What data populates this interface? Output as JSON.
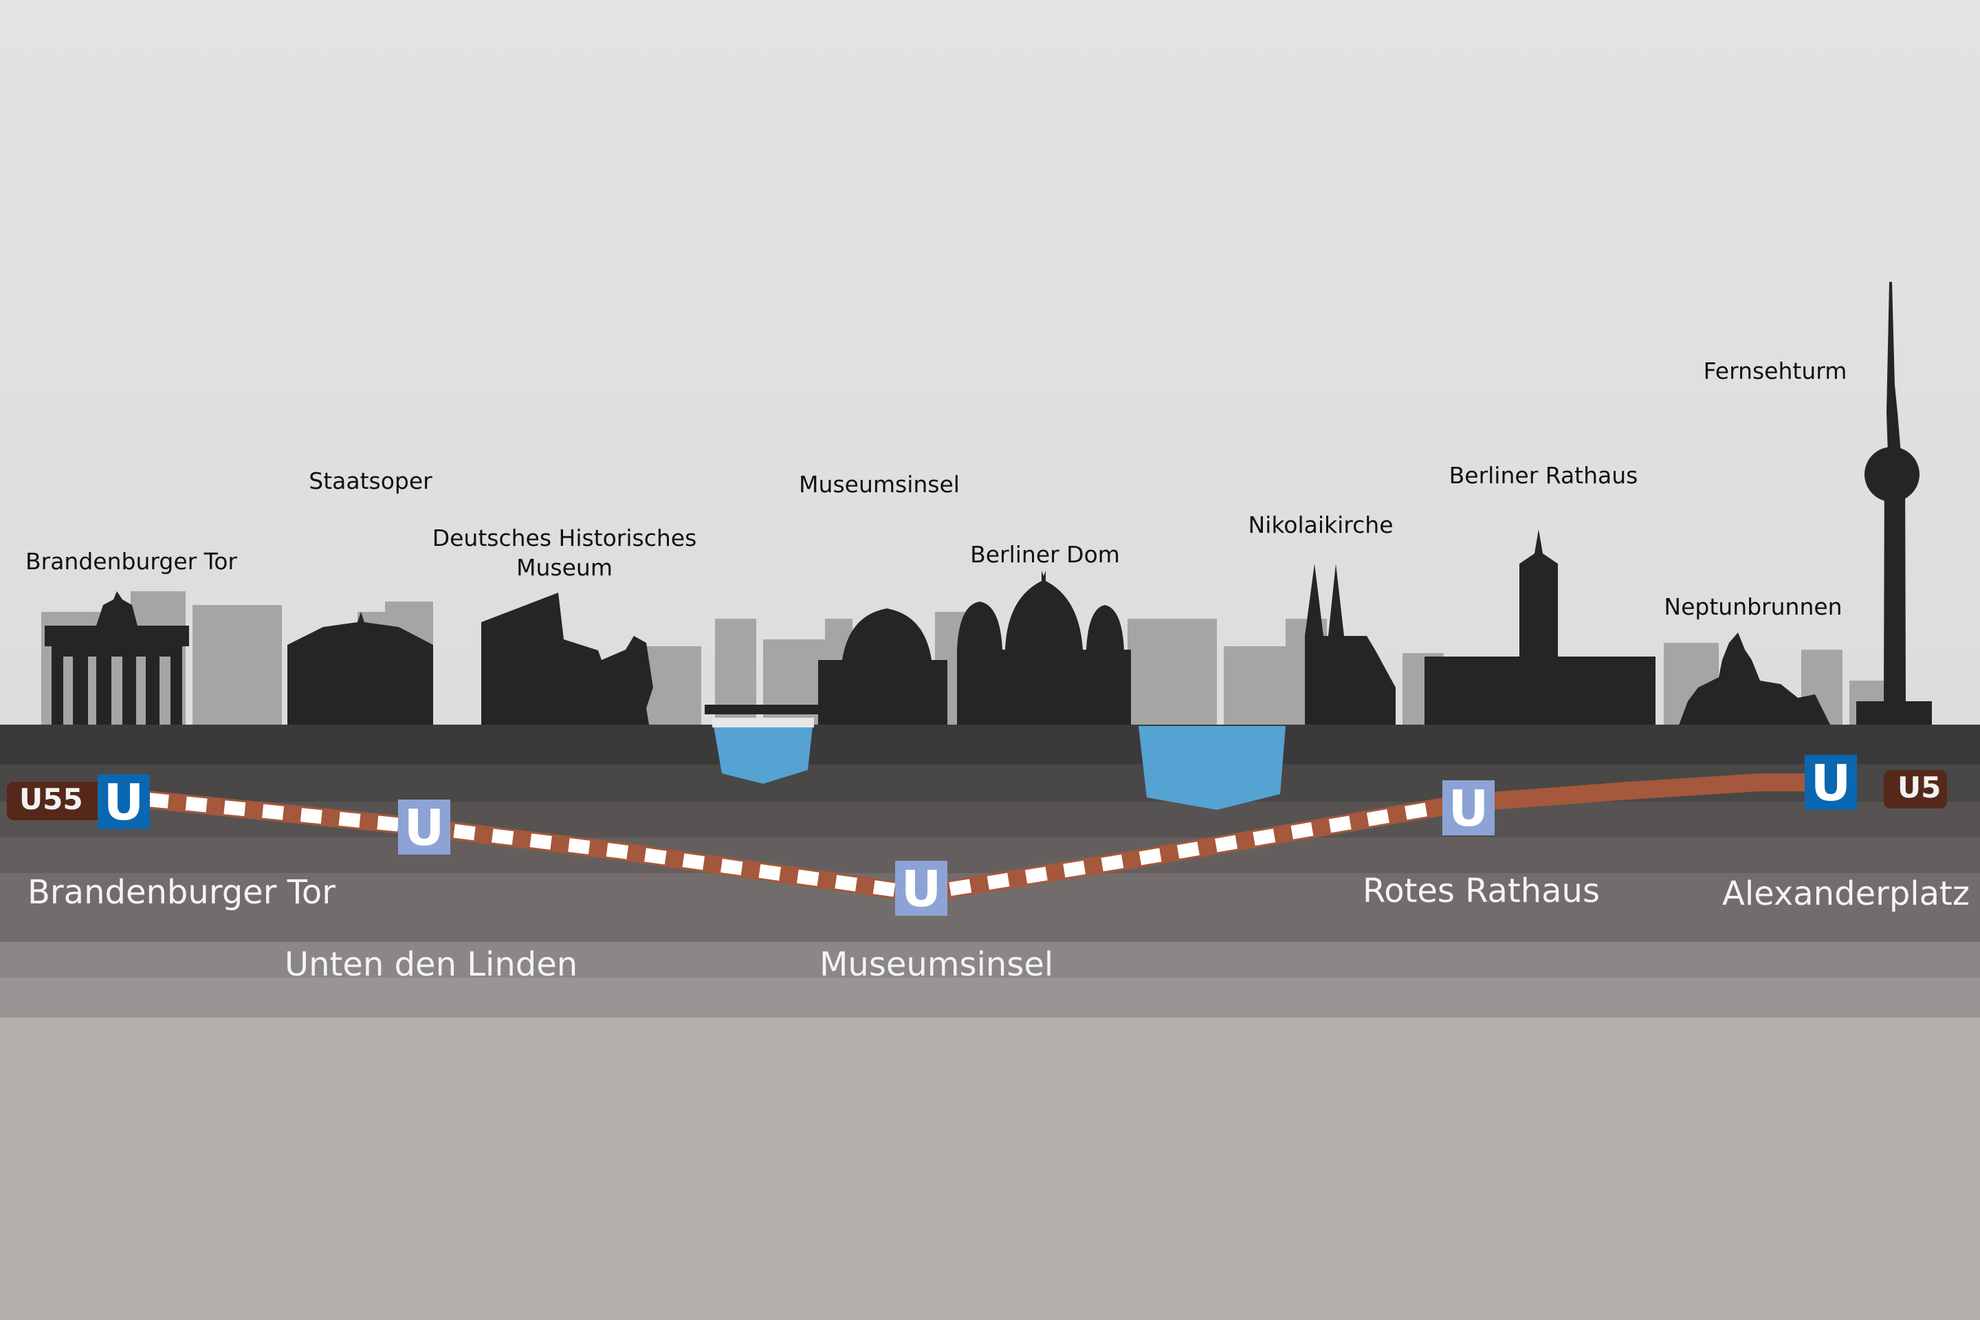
{
  "landmarks": {
    "brandenburger_tor": "Brandenburger Tor",
    "staatsoper": "Staatsoper",
    "deutsches_historisches_museum": "Deutsches Historisches\nMuseum",
    "museumsinsel": "Museumsinsel",
    "berliner_dom": "Berliner Dom",
    "nikolaikirche": "Nikolaikirche",
    "berliner_rathaus": "Berliner Rathaus",
    "neptunbrunnen": "Neptunbrunnen",
    "fernsehturm": "Fernsehturm"
  },
  "lines": {
    "u55": "U55",
    "u5": "U5"
  },
  "stations": [
    {
      "name": "Brandenburger Tor",
      "line": "U55",
      "status": "existing"
    },
    {
      "name": "Unten den Linden",
      "line": "U5",
      "status": "new"
    },
    {
      "name": "Museumsinsel",
      "line": "U5",
      "status": "new"
    },
    {
      "name": "Rotes Rathaus",
      "line": "U5",
      "status": "new"
    },
    {
      "name": "Alexanderplatz",
      "line": "U5",
      "status": "existing"
    }
  ],
  "station_symbol": "U",
  "colors": {
    "sky_top": "#e3e2e4",
    "sky_bottom": "#dddcde",
    "silhouette": "#262424",
    "background_buildings": "#a6a5a5",
    "water": "#55a3d3",
    "ground_layer_1": "#3b3a3a",
    "ground_layer_2": "#4a4747",
    "ground_layer_3": "#575353",
    "ground_layer_4": "#645f5e",
    "ground_layer_5": "#726d6c",
    "ground_layer_6": "#8b8786",
    "ground_layer_7": "#9a9594",
    "ground_base": "#b3afac",
    "existing_track": "#a5583b",
    "new_track_dash": "#ffffff",
    "existing_station": "#0a67b0",
    "new_station": "#8da3d6",
    "station_text": "#f4f4f4",
    "line_badge": "#55281a"
  }
}
